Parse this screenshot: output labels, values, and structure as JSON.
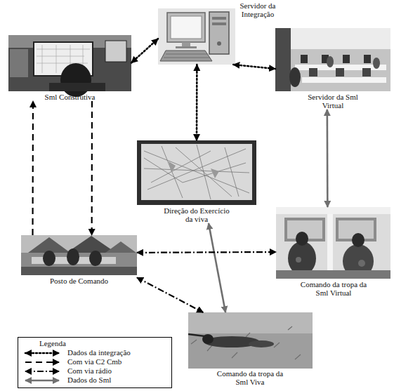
{
  "diagram": {
    "nodes": [
      {
        "text": [
          "Servidor da Integração"
        ]
      },
      {
        "text": [
          "Sml Construtiva"
        ]
      },
      {
        "text": [
          "Servidor da Sml Virtual"
        ]
      },
      {
        "text": [
          "Direção do Exercício da viva"
        ]
      },
      {
        "text": [
          "Posto de Comando"
        ]
      },
      {
        "text": [
          "Comando da tropa da Sml Virtual"
        ]
      },
      {
        "text": [
          "Comando da tropa da Sml Viva"
        ]
      }
    ],
    "edges": [
      {
        "from": 0,
        "to": 1,
        "arrow": "both"
      },
      {
        "from": 0,
        "to": 2,
        "arrow": "both"
      },
      {
        "from": 0,
        "to": 3,
        "arrow": "both"
      },
      {
        "from": 2,
        "to": 5,
        "arrow": "both"
      },
      {
        "from": 3,
        "to": 6,
        "arrow": "both"
      },
      {
        "from": 4,
        "to": 1,
        "arrow": "to"
      },
      {
        "from": 1,
        "to": 4,
        "arrow": "to"
      },
      {
        "from": 4,
        "to": 5,
        "arrow": "both"
      },
      {
        "from": 4,
        "to": 6,
        "arrow": "both"
      }
    ],
    "labels": [
      "Legenda"
    ],
    "legend": [
      {
        "text": "Dados da integração"
      },
      {
        "text": "Com via C2 Cmb"
      },
      {
        "text": "Com via rádio"
      },
      {
        "text": "Dados do Sml"
      }
    ]
  }
}
